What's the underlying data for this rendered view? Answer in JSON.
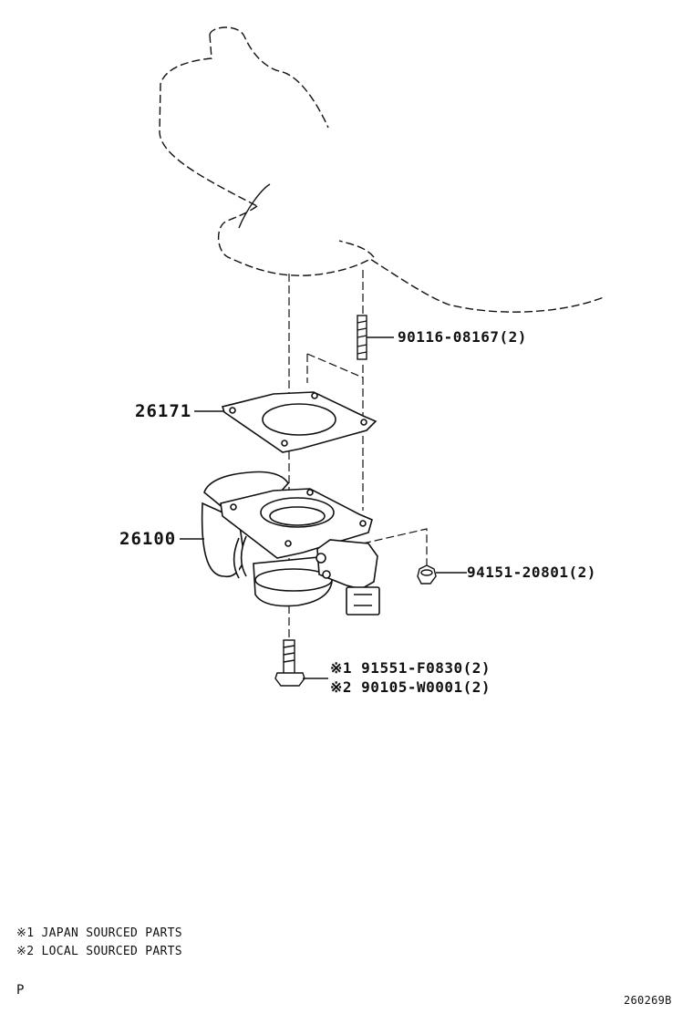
{
  "parts": {
    "stud": "90116-08167(2)",
    "gasket": "26171",
    "throttle_body": "26100",
    "nut": "94151-20801(2)",
    "bolt_japan": "※1 91551-F0830(2)",
    "bolt_local": "※2 90105-W0001(2)"
  },
  "notes": {
    "note1": "※1 JAPAN SOURCED PARTS",
    "note2": "※2 LOCAL SOURCED PARTS"
  },
  "footer": {
    "left": "P",
    "code": "260269B"
  }
}
